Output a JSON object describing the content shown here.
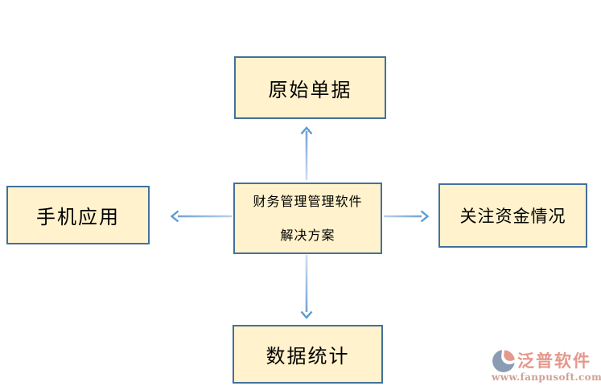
{
  "diagram": {
    "center": {
      "label_line1": "财务管理管理软件",
      "label_line2": "解决方案"
    },
    "top": {
      "label": "原始单据"
    },
    "left": {
      "label": "手机应用"
    },
    "right": {
      "label": "关注资金情况"
    },
    "bottom": {
      "label": "数据统计"
    }
  },
  "logo": {
    "name": "泛普软件",
    "url": "www.fanpusoft.com"
  },
  "colors": {
    "background": "#FFFFFF",
    "box_fill": "#FFF2CC",
    "box_border": "#41719C",
    "text": "#000000",
    "arrow_dark": "#5B9BD5",
    "arrow_light": "#C9DCF1",
    "logo_salmon": "#E5988C",
    "logo_gray": "#8A9BB4",
    "logo_url_color": "#CFA095"
  }
}
